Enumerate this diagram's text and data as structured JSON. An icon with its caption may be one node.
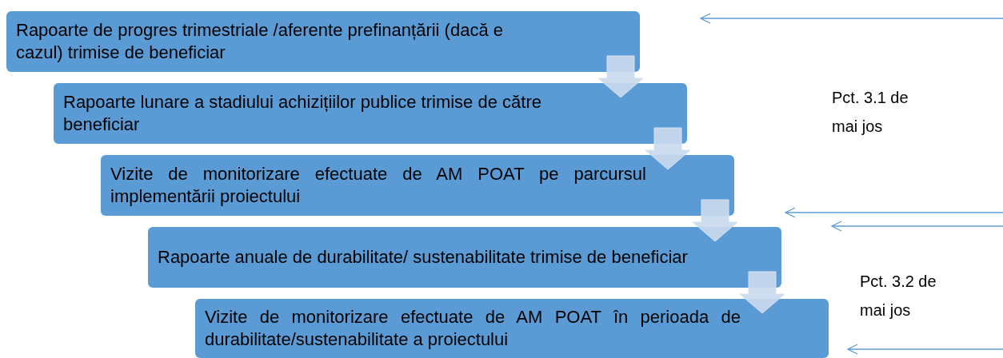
{
  "diagram": {
    "nodes": [
      {
        "text": [
          "Rapoarte de progres trimestriale /aferente prefinanțării (dacă e cazul) trimise de beneficiar"
        ]
      },
      {
        "text": [
          "Rapoarte lunare a stadiului achizițiilor publice trimise de către beneficiar"
        ]
      },
      {
        "text": [
          "Vizite de monitorizare efectuate de AM POAT pe parcursul implementării proiectului"
        ]
      },
      {
        "text": [
          "Rapoarte anuale de durabilitate/ sustenabilitate trimise de beneficiar"
        ]
      },
      {
        "text": [
          "Vizite de monitorizare efectuate de AM POAT în perioada de durabilitate/sustenabilitate a proiectului"
        ]
      }
    ],
    "edges": [
      {
        "from": 0,
        "to": 1,
        "arrow": "to"
      },
      {
        "from": 1,
        "to": 2,
        "arrow": "to"
      },
      {
        "from": 2,
        "to": 3,
        "arrow": "to"
      },
      {
        "from": 3,
        "to": 4,
        "arrow": "to"
      }
    ],
    "labels": [
      "Pct. 3.1 de mai jos",
      "Pct. 3.2 de mai jos"
    ]
  }
}
